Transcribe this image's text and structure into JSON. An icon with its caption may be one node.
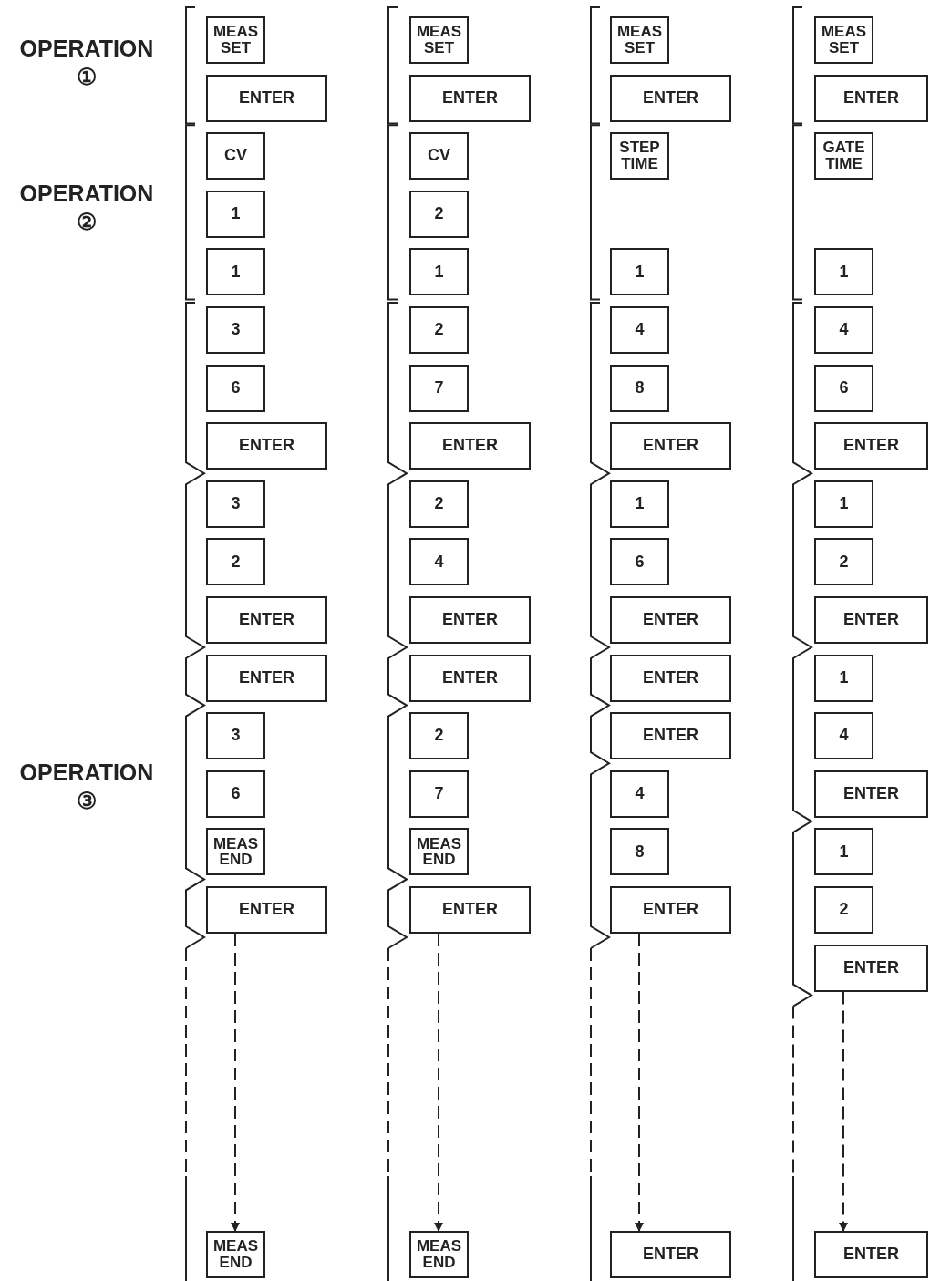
{
  "diagram": {
    "nodes": [
      {
        "text": [
          "MEAS SET"
        ]
      },
      {
        "text": [
          "ENTER"
        ]
      },
      {
        "text": [
          "CV"
        ]
      },
      {
        "text": [
          "1"
        ]
      },
      {
        "text": [
          "1"
        ]
      },
      {
        "text": [
          "3"
        ]
      },
      {
        "text": [
          "6"
        ]
      },
      {
        "text": [
          "ENTER"
        ]
      },
      {
        "text": [
          "3"
        ]
      },
      {
        "text": [
          "2"
        ]
      },
      {
        "text": [
          "ENTER"
        ]
      },
      {
        "text": [
          "ENTER"
        ]
      },
      {
        "text": [
          "3"
        ]
      },
      {
        "text": [
          "6"
        ]
      },
      {
        "text": [
          "MEAS END"
        ]
      },
      {
        "text": [
          "ENTER"
        ]
      },
      {
        "text": [
          "MEAS END"
        ]
      },
      {
        "text": [
          "MEAS SET"
        ]
      },
      {
        "text": [
          "ENTER"
        ]
      },
      {
        "text": [
          "CV"
        ]
      },
      {
        "text": [
          "2"
        ]
      },
      {
        "text": [
          "1"
        ]
      },
      {
        "text": [
          "2"
        ]
      },
      {
        "text": [
          "7"
        ]
      },
      {
        "text": [
          "ENTER"
        ]
      },
      {
        "text": [
          "2"
        ]
      },
      {
        "text": [
          "4"
        ]
      },
      {
        "text": [
          "ENTER"
        ]
      },
      {
        "text": [
          "ENTER"
        ]
      },
      {
        "text": [
          "2"
        ]
      },
      {
        "text": [
          "7"
        ]
      },
      {
        "text": [
          "MEAS END"
        ]
      },
      {
        "text": [
          "ENTER"
        ]
      },
      {
        "text": [
          "MEAS END"
        ]
      },
      {
        "text": [
          "MEAS SET"
        ]
      },
      {
        "text": [
          "ENTER"
        ]
      },
      {
        "text": [
          "STEP TIME"
        ]
      },
      {
        "text": [
          "1"
        ]
      },
      {
        "text": [
          "4"
        ]
      },
      {
        "text": [
          "8"
        ]
      },
      {
        "text": [
          "ENTER"
        ]
      },
      {
        "text": [
          "1"
        ]
      },
      {
        "text": [
          "6"
        ]
      },
      {
        "text": [
          "ENTER"
        ]
      },
      {
        "text": [
          "ENTER"
        ]
      },
      {
        "text": [
          "ENTER"
        ]
      },
      {
        "text": [
          "4"
        ]
      },
      {
        "text": [
          "8"
        ]
      },
      {
        "text": [
          "ENTER"
        ]
      },
      {
        "text": [
          "ENTER"
        ]
      },
      {
        "text": [
          "MEAS SET"
        ]
      },
      {
        "text": [
          "ENTER"
        ]
      },
      {
        "text": [
          "GATE TIME"
        ]
      },
      {
        "text": [
          "1"
        ]
      },
      {
        "text": [
          "4"
        ]
      },
      {
        "text": [
          "6"
        ]
      },
      {
        "text": [
          "ENTER"
        ]
      },
      {
        "text": [
          "1"
        ]
      },
      {
        "text": [
          "2"
        ]
      },
      {
        "text": [
          "ENTER"
        ]
      },
      {
        "text": [
          "1"
        ]
      },
      {
        "text": [
          "4"
        ]
      },
      {
        "text": [
          "ENTER"
        ]
      },
      {
        "text": [
          "1"
        ]
      },
      {
        "text": [
          "2"
        ]
      },
      {
        "text": [
          "ENTER"
        ]
      },
      {
        "text": [
          "ENTER"
        ]
      }
    ],
    "edges": [
      {
        "from": 15,
        "to": 16,
        "arrow": "to",
        "style": "dashed"
      },
      {
        "from": 32,
        "to": 33,
        "arrow": "to",
        "style": "dashed"
      },
      {
        "from": 48,
        "to": 49,
        "arrow": "to",
        "style": "dashed"
      },
      {
        "from": 65,
        "to": 66,
        "arrow": "to",
        "style": "dashed"
      }
    ],
    "labels": [
      "OPERATION ①",
      "OPERATION ②",
      "OPERATION ③"
    ]
  }
}
